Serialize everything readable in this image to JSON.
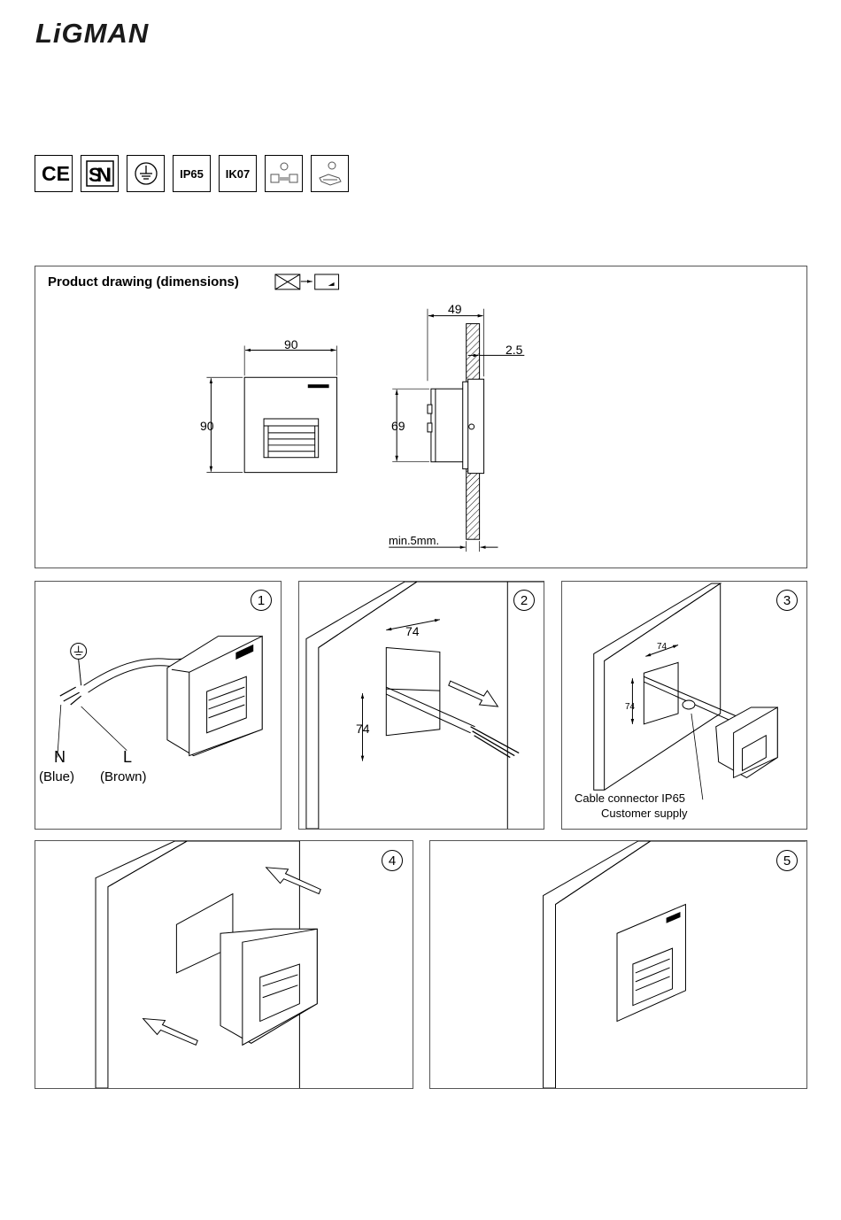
{
  "brand": {
    "name": "LiGMAN"
  },
  "certifications": [
    {
      "icon": "ce-mark-icon"
    },
    {
      "icon": "sni-mark-icon"
    },
    {
      "icon": "earth-ground-icon"
    },
    {
      "label": "IP65"
    },
    {
      "label": "IK07"
    },
    {
      "icon": "surface-temperature-icon"
    },
    {
      "icon": "installation-tool-icon"
    }
  ],
  "dimensions_panel": {
    "title": "Product drawing (dimensions)",
    "width": "90",
    "height": "90",
    "depth": "49",
    "flange": "2.5",
    "body_height": "69",
    "min_wall": "min.5mm."
  },
  "steps": [
    {
      "number": "1",
      "n_label": "N",
      "n_color": "(Blue)",
      "l_label": "L",
      "l_color": "(Brown)"
    },
    {
      "number": "2",
      "cutout_w": "74",
      "cutout_h": "74"
    },
    {
      "number": "3",
      "cutout_w": "74",
      "cutout_h": "74",
      "note_line1": "Cable connector IP65",
      "note_line2": "Customer supply"
    },
    {
      "number": "4"
    },
    {
      "number": "5"
    }
  ]
}
